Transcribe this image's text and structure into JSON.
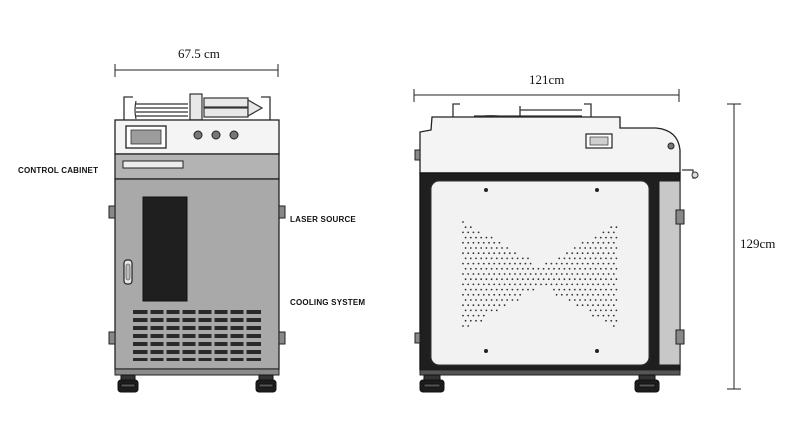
{
  "dimensions": {
    "front_width": "67.5 cm",
    "side_length": "121cm",
    "height": "129cm"
  },
  "labels": {
    "control_cabinet": "CONTROL CABINET",
    "laser_source": "LASER SOURCE",
    "cooling_system": "COOLING SYSTEM"
  },
  "colors": {
    "body_gray": "#a9a9a9",
    "top_panel": "#f4f4f4",
    "window": "#1f1f1f",
    "side_panel": "#f2f2f2",
    "frame": "#222222"
  }
}
